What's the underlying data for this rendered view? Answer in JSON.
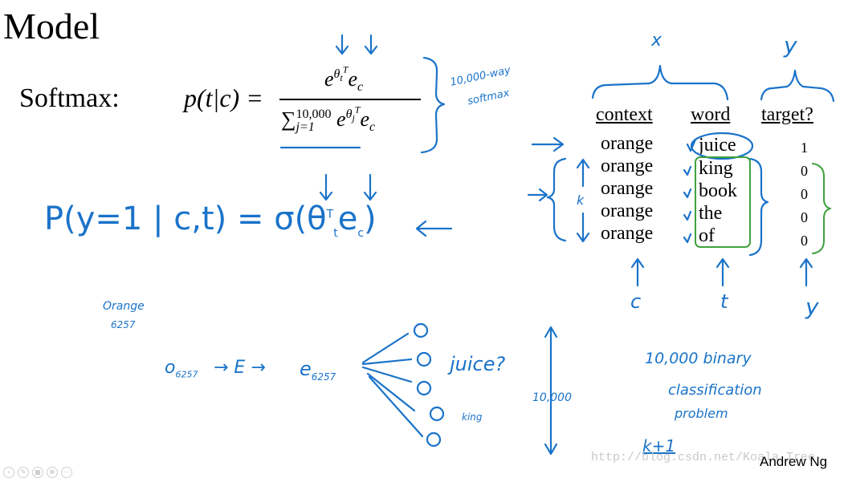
{
  "slide": {
    "title": "Model",
    "author": "Andrew Ng",
    "watermark": "http://blog.csdn.net/Koala_Tree"
  },
  "softmax": {
    "label": "Softmax:",
    "lhs": "p(t|c) =",
    "numerator_base": "e",
    "numerator_exp": "θ",
    "numerator_exp_sup": "T",
    "numerator_exp_sub": "t",
    "numerator_tail": "e",
    "numerator_tail_sub": "c",
    "denom_sum": "∑",
    "denom_sum_sup": "10,000",
    "denom_sum_sub": "j=1",
    "denom_base": "e",
    "denom_exp": "θ",
    "denom_exp_sup": "T",
    "denom_exp_sub": "j",
    "denom_tail": "e",
    "denom_tail_sub": "c"
  },
  "table": {
    "headers": [
      "context",
      "word",
      "target?"
    ],
    "rows": [
      {
        "context": "orange",
        "word": "juice",
        "target": "1"
      },
      {
        "context": "orange",
        "word": "king",
        "target": "0"
      },
      {
        "context": "orange",
        "word": "book",
        "target": "0"
      },
      {
        "context": "orange",
        "word": "the",
        "target": "0"
      },
      {
        "context": "orange",
        "word": "of",
        "target": "0"
      }
    ]
  },
  "handwriting": {
    "x_label": "x",
    "y_label": "y",
    "softmax_note_1": "10,000-way",
    "softmax_note_2": "softmax",
    "k_label": "k",
    "c_label": "c",
    "t_label": "t",
    "y_arrow_label": "y",
    "sigmoid_eq": "P(y=1 | c,t) = σ(θ",
    "sigmoid_eq_sup": "T",
    "sigmoid_eq_sub": "t",
    "sigmoid_eq_tail": "e",
    "sigmoid_eq_tail_sub": "c",
    "sigmoid_eq_close": ")",
    "orange_word": "Orange",
    "orange_index": "6257",
    "pipeline_o": "o",
    "pipeline_o_sub": "6257",
    "pipeline_E": "→ E →",
    "pipeline_e": "e",
    "pipeline_e_sub": "6257",
    "juice_q": "juice?",
    "king": "king",
    "ten_thousand": "10,000",
    "binary_1": "10,000 binary",
    "binary_2": "classification",
    "binary_3": "problem",
    "k_plus_1": "k+1"
  },
  "colors": {
    "ink": "#1a73c9",
    "highlight": "#3ea23e",
    "text": "#000000",
    "watermark": "#c9c9c9"
  }
}
